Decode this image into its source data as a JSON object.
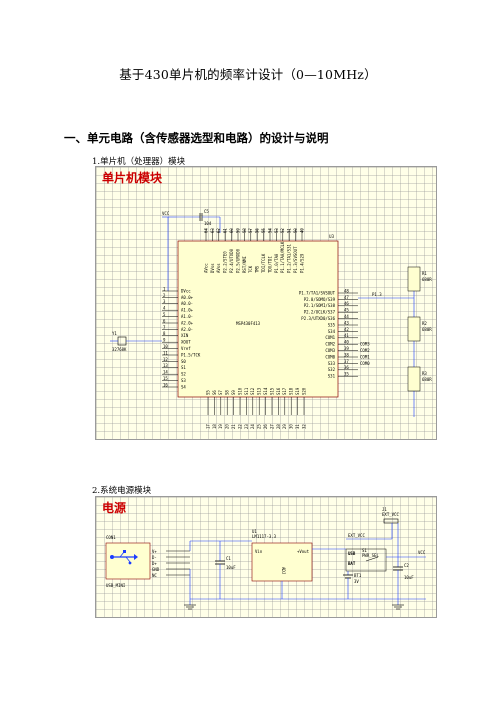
{
  "document": {
    "title": "基于430单片机的频率计设计（0—10MHz）",
    "section_heading": "一、单元电路（含传感器选型和电路）的设计与说明",
    "subsections": [
      {
        "label": "1.单片机（处理器）模块",
        "figure_title": "单片机模块"
      },
      {
        "label": "2.系统电源模块",
        "figure_title": "电源"
      }
    ]
  },
  "schematic1": {
    "vcc": "VCC",
    "cap": "C5",
    "cap_value": "104",
    "chip_ref": "U3",
    "chip_name": "MSP430F413",
    "crystal": "Y1",
    "crystal_value": "32768K",
    "net_label": "P1.3",
    "resistors": [
      {
        "ref": "R1",
        "value": "680R"
      },
      {
        "ref": "R2",
        "value": "680R"
      },
      {
        "ref": "R3",
        "value": "680R"
      }
    ],
    "left_pins": [
      "DVcc",
      "A0.0+",
      "A0.0-",
      "A1.0+",
      "A1.0-",
      "A2.0+",
      "A2.0-",
      "XIN",
      "XOUT",
      "Vref",
      "P1.5/TCK",
      "S0",
      "S1",
      "S2",
      "S3",
      "S4"
    ],
    "right_pins": [
      "P1.7/TA1/SVSOUT",
      "P2.0/SOMO/S39",
      "P2.1/SOMI/S38",
      "P2.2/UCLK/S37",
      "P2.3/UTXD0/S36",
      "S35",
      "S34",
      "COM1",
      "COM2",
      "COM3",
      "COM0",
      "S33",
      "S32",
      "S31"
    ],
    "right_nets": [
      "",
      "",
      "",
      "",
      "",
      "",
      "",
      "",
      "COM3",
      "COM2",
      "COM1",
      "COM0",
      "",
      ""
    ],
    "top_pins": [
      "AVcc",
      "DVss",
      "AVss",
      "P2.2/STE0",
      "P2.4/UTXD0",
      "P2.5/URXD0",
      "RST/NMI",
      "TCK",
      "TMS",
      "TDI/TCLK",
      "TDO/TDI",
      "P1.0/TA0",
      "P1.1/TA0/MCLK",
      "P1.2/TA1/S31",
      "P1.3/SVSOUT",
      "P1.4/S29"
    ],
    "top_nums": [
      "64",
      "63",
      "62",
      "61",
      "60",
      "59",
      "58",
      "57",
      "56",
      "55",
      "54",
      "53",
      "52",
      "51",
      "50",
      "49"
    ],
    "right_nums": [
      "48",
      "47",
      "46",
      "45",
      "44",
      "43",
      "42",
      "41",
      "40",
      "39",
      "38",
      "37",
      "36",
      "35",
      "34",
      "33"
    ],
    "bottom_pins": [
      "S5",
      "S6",
      "S7",
      "S8",
      "S9",
      "S10",
      "S11",
      "S12",
      "S13",
      "S14",
      "S15",
      "S16",
      "S17",
      "S18",
      "S19",
      "S20"
    ]
  },
  "schematic2": {
    "usb_ref": "CON1",
    "usb_name": "USB_MINI",
    "usb_pins": [
      "V+",
      "D-",
      "D+",
      "GND",
      "NC"
    ],
    "regulator_ref": "U1",
    "regulator_name": "LM1117-3.3",
    "vin": "Vin",
    "vout": "+Vout",
    "adj": "ADJ",
    "c1": "C1",
    "c1_value": "10uF",
    "jumper_ref": "J1",
    "jumper_net": "EXT_VCC",
    "ext_vcc": "EXT_VCC",
    "switch_ref": "S1",
    "switch_name": "PWR_SEL",
    "usb_label": "USB",
    "bat_label": "BAT",
    "bat_ref": "BT1",
    "bat_value": "3V",
    "c2": "C2",
    "c2_value": "10uF",
    "vcc": "VCC"
  }
}
